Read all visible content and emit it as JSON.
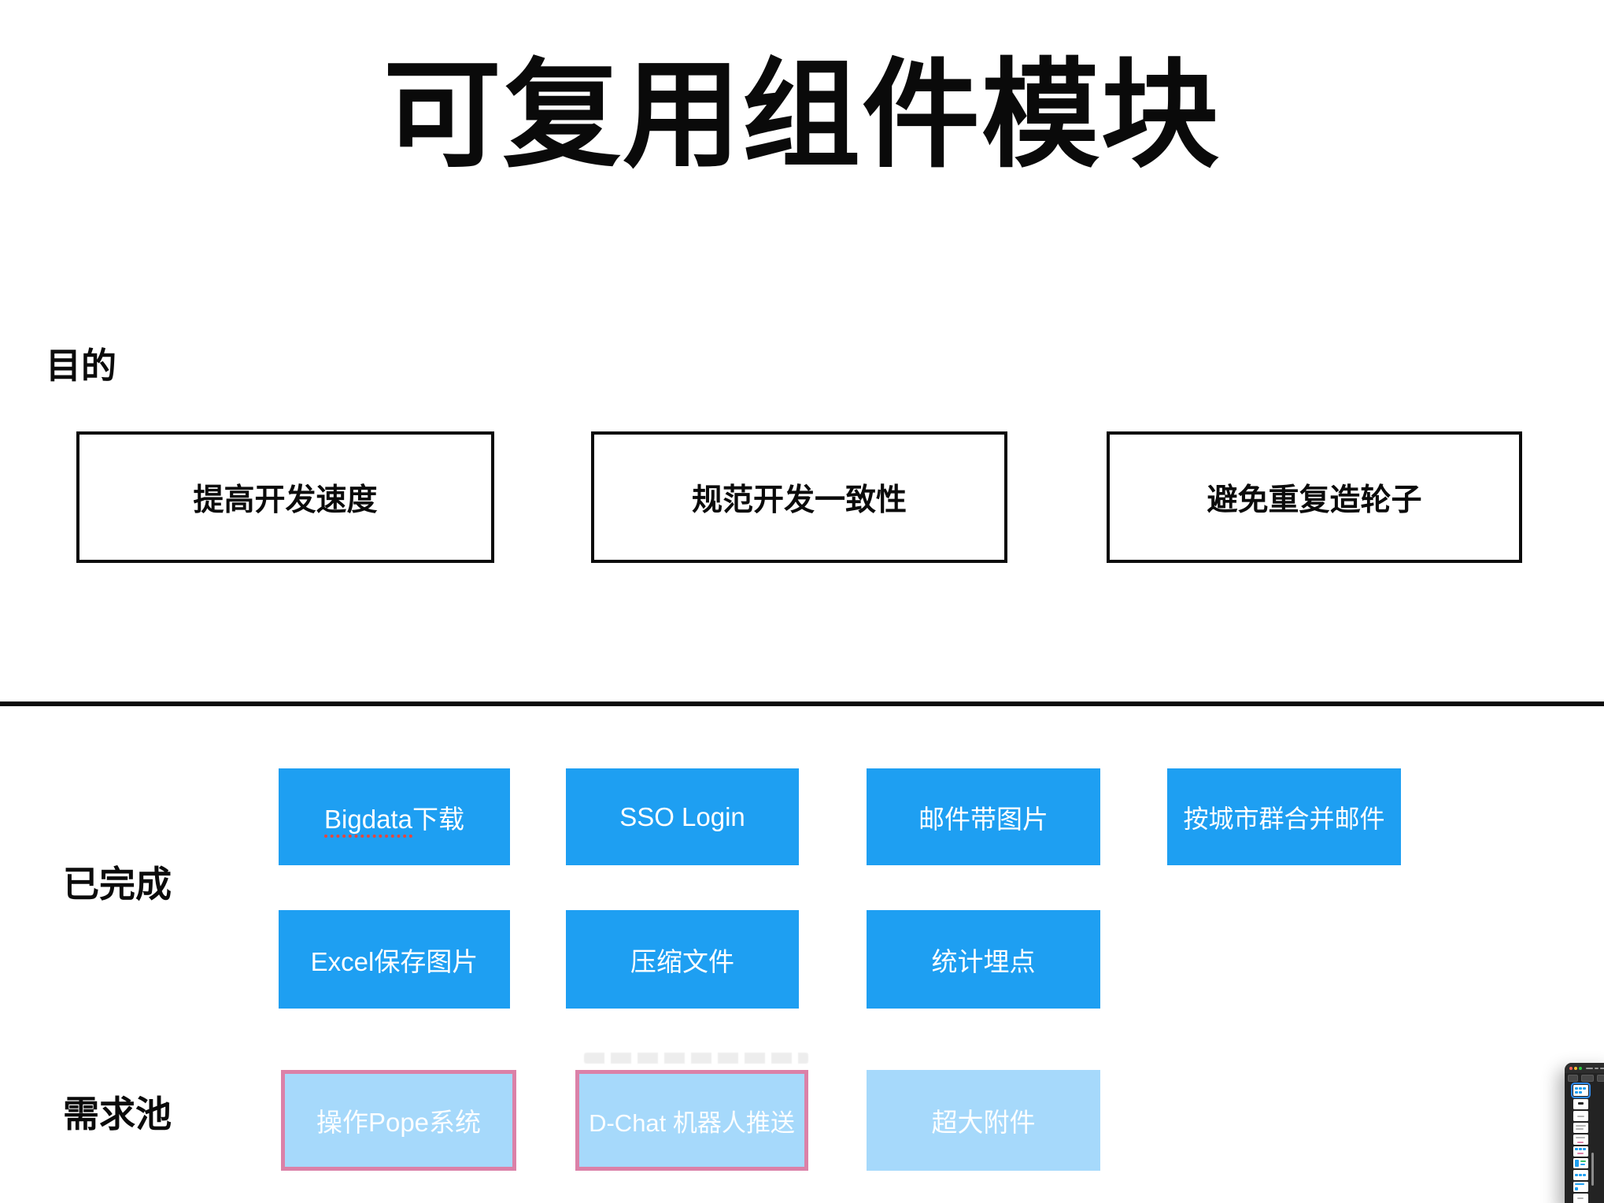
{
  "title": "可复用组件模块",
  "purpose": {
    "heading": "目的",
    "items": [
      "提高开发速度",
      "规范开发一致性",
      "避免重复造轮子"
    ]
  },
  "completed": {
    "heading": "已完成",
    "row1": [
      {
        "label": "Bigdata下载",
        "underlined": "Bigdata",
        "rest": "下载"
      },
      {
        "label": "SSO Login"
      },
      {
        "label": "邮件带图片"
      },
      {
        "label": "按城市群合并邮件"
      }
    ],
    "row2": [
      {
        "label": "Excel保存图片"
      },
      {
        "label": "压缩文件"
      },
      {
        "label": "统计埋点"
      }
    ]
  },
  "pool": {
    "heading": "需求池",
    "items": [
      {
        "label": "操作Pope系统",
        "highlighted": true
      },
      {
        "label": "D-Chat 机器人推送",
        "highlighted": true
      },
      {
        "label": "超大附件",
        "highlighted": false
      }
    ]
  },
  "colors": {
    "chip_blue": "#1E9FF2",
    "chip_light_blue": "#A6D9FB",
    "highlight_pink": "#DB81A8",
    "spellcheck_red": "#E8463C",
    "ink_black": "#0B0B0B",
    "selection_blue": "#2E8BF0",
    "window_chrome": "#2B2B2B",
    "traffic_red": "#FF5F57",
    "traffic_yellow": "#FEBC2E",
    "traffic_green": "#28C840"
  },
  "mini_window": {
    "traffic_lights": [
      "close",
      "minimize",
      "zoom"
    ],
    "selected_thumbnail_index": 1,
    "visible_thumbnail_count": 10
  }
}
